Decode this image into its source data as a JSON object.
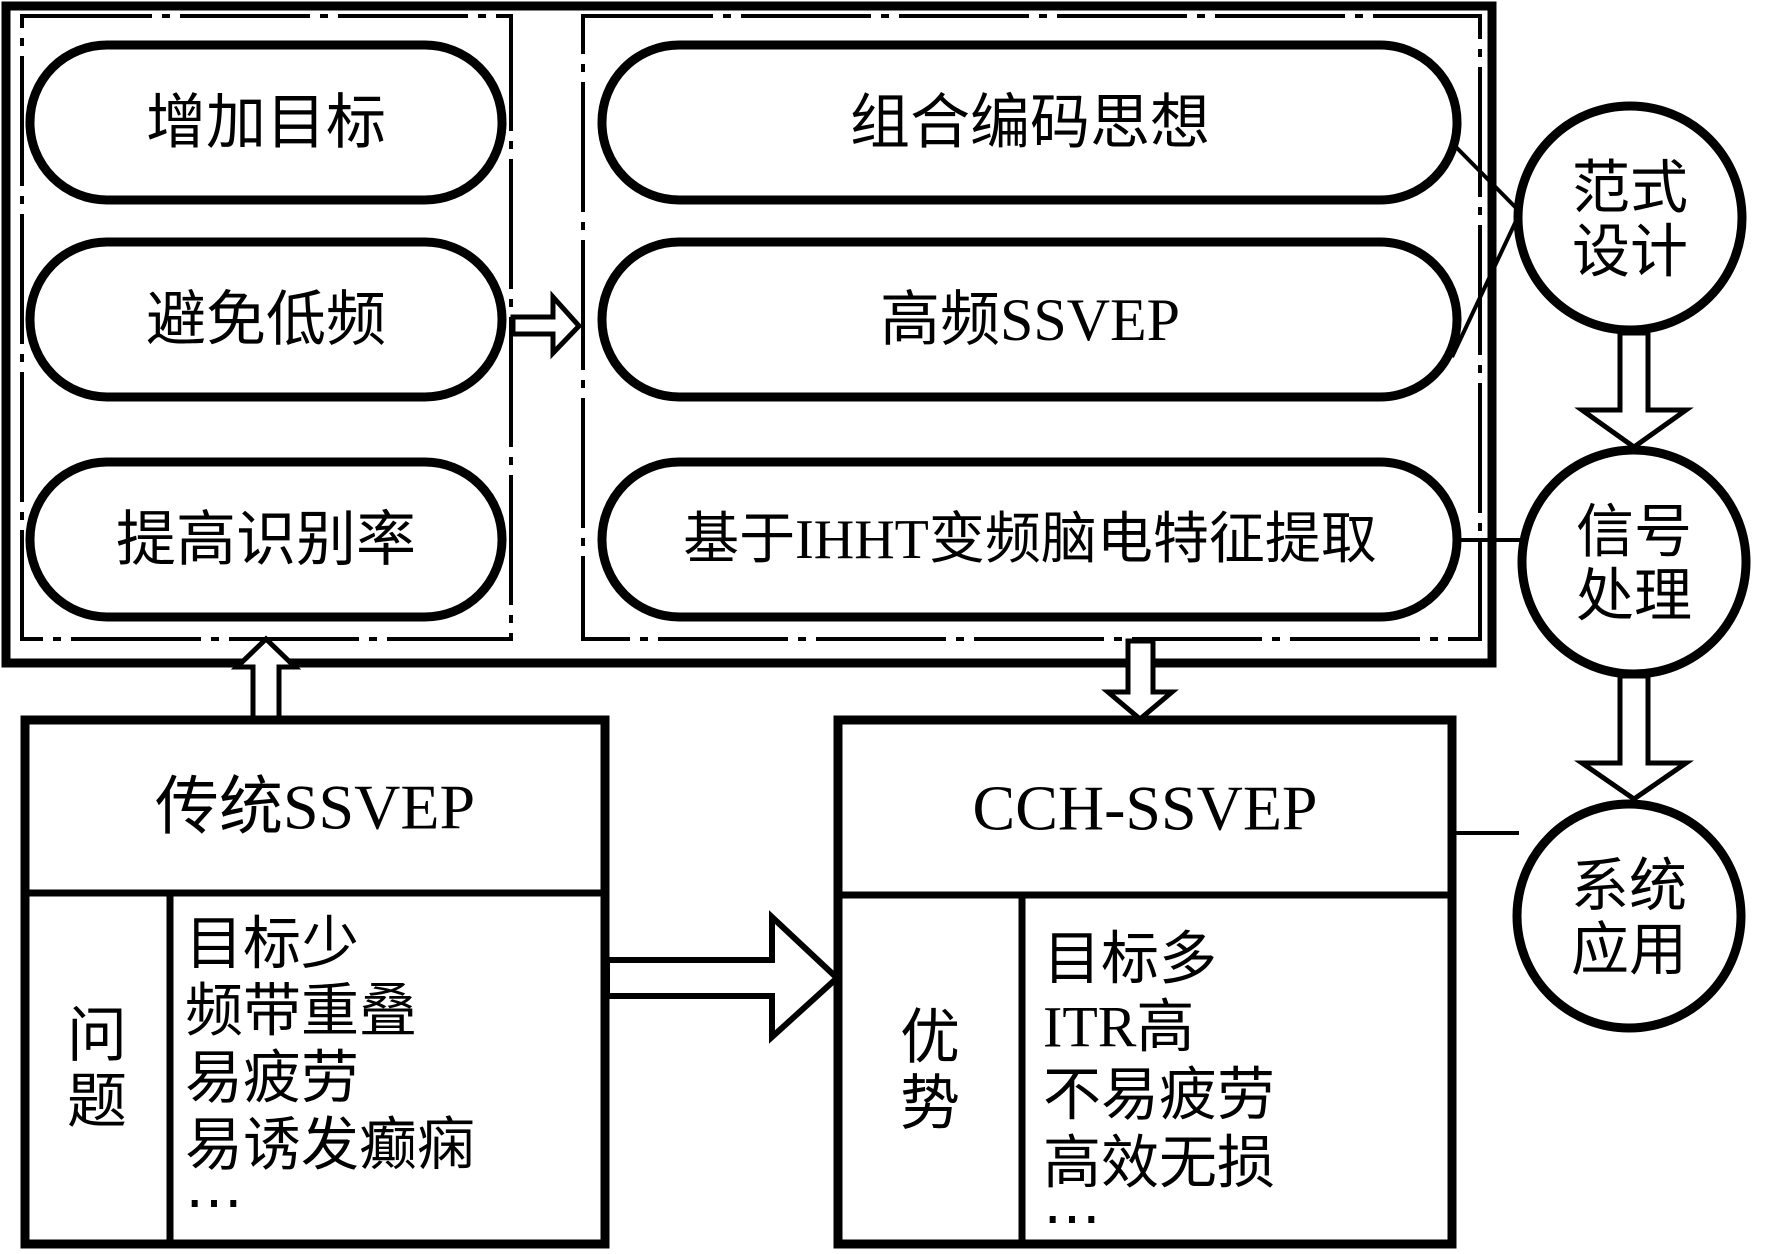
{
  "diagram": {
    "colors": {
      "ink": "#000000",
      "background": "#ffffff"
    },
    "left_panel": {
      "pills": [
        "增加目标",
        "避免低频",
        "提高识别率"
      ]
    },
    "right_panel": {
      "pills": [
        "组合编码思想",
        "高频SSVEP",
        "基于IHHT变频脑电特征提取"
      ]
    },
    "circles": [
      {
        "line1": "范式",
        "line2": "设计"
      },
      {
        "line1": "信号",
        "line2": "处理"
      },
      {
        "line1": "系统",
        "line2": "应用"
      }
    ],
    "traditional_box": {
      "title": "传统SSVEP",
      "row_label_char1": "问",
      "row_label_char2": "题",
      "items": [
        "目标少",
        "频带重叠",
        "易疲劳",
        "易诱发癫痫",
        "⋯"
      ]
    },
    "cch_box": {
      "title": "CCH-SSVEP",
      "row_label_char1": "优",
      "row_label_char2": "势",
      "items": [
        "目标多",
        "ITR高",
        "不易疲劳",
        "高效无损",
        "⋯"
      ]
    },
    "connectors": [
      "right-arrow-left-panel-to-right-panel",
      "line-combine-coding-to-paradigm-circle",
      "line-high-freq-to-paradigm-circle",
      "line-ihht-to-signal-circle",
      "down-arrow-paradigm-to-signal",
      "down-arrow-signal-to-system",
      "up-arrow-traditional-to-panel",
      "down-arrow-panel-to-cch",
      "big-right-arrow-traditional-to-cch",
      "line-cch-to-system-circle"
    ]
  }
}
